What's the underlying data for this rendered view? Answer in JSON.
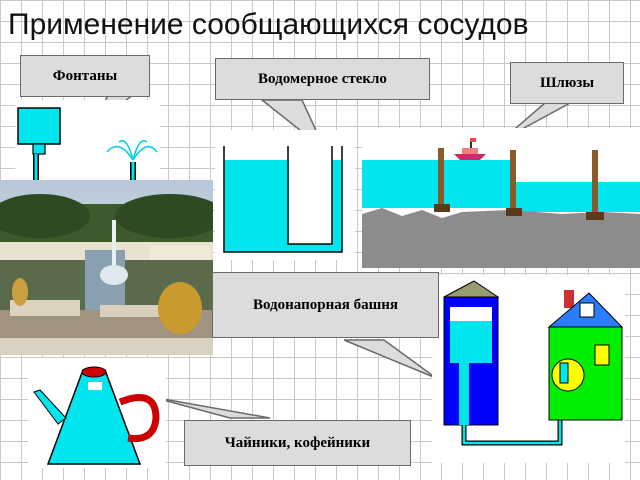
{
  "title": "Применение сообщающихся сосудов",
  "labels": {
    "fountains": "Фонтаны",
    "water_gauge": "Водомерное стекло",
    "locks": "Шлюзы",
    "water_tower": "Водонапорная башня",
    "kettles": "Чайники, кофейники"
  },
  "colors": {
    "water": "#00e5ee",
    "ground": "#8c8c8c",
    "tower": "#0000ff",
    "house": "#00ee00",
    "roof": "#2a7dfc",
    "kettle_handle": "#cc0000",
    "callout_fill": "#dcdcdc"
  }
}
